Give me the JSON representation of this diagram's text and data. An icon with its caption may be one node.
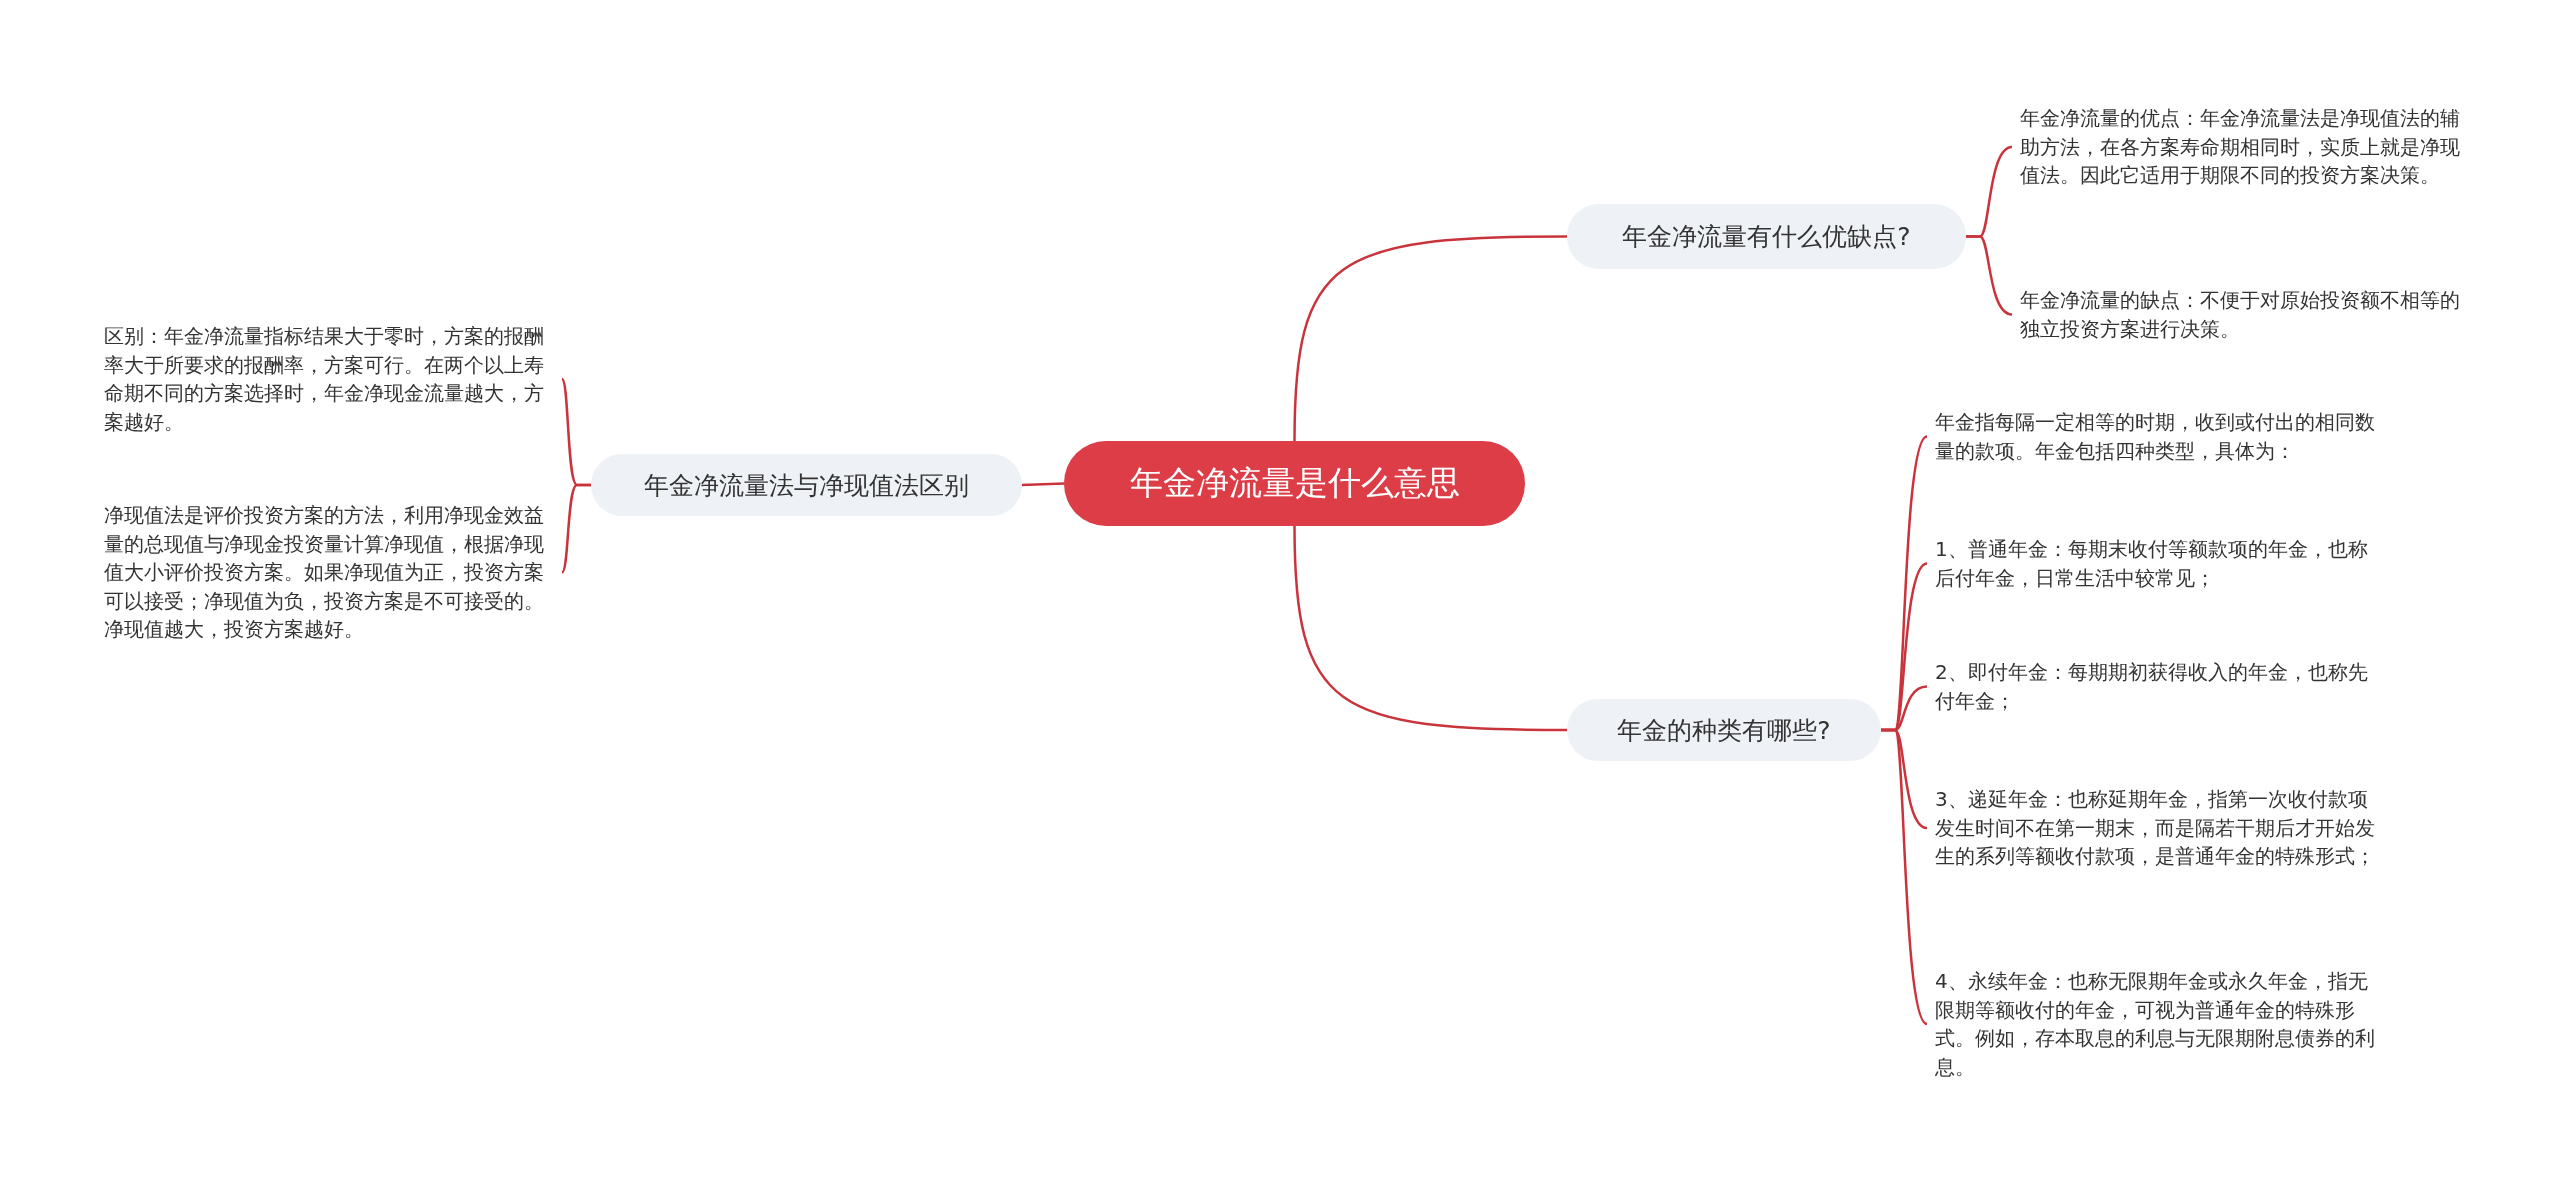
{
  "diagram": {
    "nodes": [
      {
        "text": [
          "年金净流量是什么意思"
        ]
      },
      {
        "text": [
          "年金净流量法与净现值法区别"
        ]
      },
      {
        "text": [
          "区别：年金净流量指标结果大于零时，方案的报酬率大于所要求的报酬率，方案可行。在两个以上寿命期不同的方案选择时，年金净现金流量越大，方案越好。"
        ]
      },
      {
        "text": [
          "净现值法是评价投资方案的方法，利用净现金效益量的总现值与净现金投资量计算净现值，根据净现值大小评价投资方案。如果净现值为正，投资方案可以接受；净现值为负，投资方案是不可接受的。净现值越大，投资方案越好。"
        ]
      },
      {
        "text": [
          "年金净流量有什么优缺点?"
        ]
      },
      {
        "text": [
          "年金净流量的优点：年金净流量法是净现值法的辅助方法，在各方案寿命期相同时，实质上就是净现值法。因此它适用于期限不同的投资方案决策。"
        ]
      },
      {
        "text": [
          "年金净流量的缺点：不便于对原始投资额不相等的独立投资方案进行决策。"
        ]
      },
      {
        "text": [
          "年金的种类有哪些?"
        ]
      },
      {
        "text": [
          "年金指每隔一定相等的时期，收到或付出的相同数量的款项。年金包括四种类型，具体为："
        ]
      },
      {
        "text": [
          "1、普通年金：每期末收付等额款项的年金，也称后付年金，日常生活中较常见；"
        ]
      },
      {
        "text": [
          "2、即付年金：每期期初获得收入的年金，也称先付年金；"
        ]
      },
      {
        "text": [
          "3、递延年金：也称延期年金，指第一次收付款项发生时间不在第一期末，而是隔若干期后才开始发生的系列等额收付款项，是普通年金的特殊形式；"
        ]
      },
      {
        "text": [
          "4、永续年金：也称无限期年金或永久年金，指无限期等额收付的年金，可视为普通年金的特殊形式。例如，存本取息的利息与无限期附息债券的利息。"
        ]
      }
    ],
    "edges": [
      {
        "from": 0,
        "to": 1,
        "arrow": "none"
      },
      {
        "from": 1,
        "to": 2,
        "arrow": "none"
      },
      {
        "from": 1,
        "to": 3,
        "arrow": "none"
      },
      {
        "from": 0,
        "to": 4,
        "arrow": "none"
      },
      {
        "from": 4,
        "to": 5,
        "arrow": "none"
      },
      {
        "from": 4,
        "to": 6,
        "arrow": "none"
      },
      {
        "from": 0,
        "to": 7,
        "arrow": "none"
      },
      {
        "from": 7,
        "to": 8,
        "arrow": "none"
      },
      {
        "from": 7,
        "to": 9,
        "arrow": "none"
      },
      {
        "from": 7,
        "to": 10,
        "arrow": "none"
      },
      {
        "from": 7,
        "to": 11,
        "arrow": "none"
      },
      {
        "from": 7,
        "to": 12,
        "arrow": "none"
      }
    ]
  }
}
